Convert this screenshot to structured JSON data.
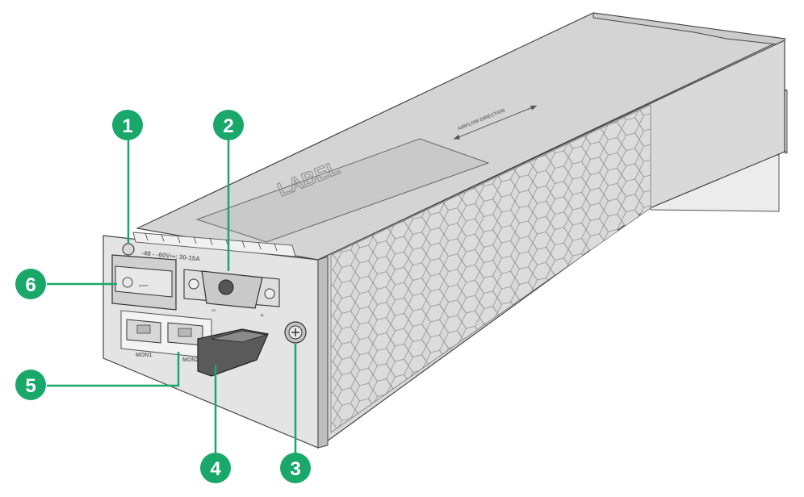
{
  "product_label": "LABEL",
  "airflow_text": "AIRFLOW DIRECTION",
  "voltage_text": "-48 - -60V⎓; 30-15A",
  "port_labels": [
    "MON1",
    "MON2"
  ],
  "connector_label": "DC",
  "switch_label": "power",
  "callouts": [
    "1",
    "2",
    "3",
    "4",
    "5",
    "6"
  ],
  "colors": {
    "callout": "#1aa86a",
    "leader": "#1aa86a",
    "body": "#d7d7d7",
    "panel": "#e6e6e6",
    "outline": "#4a4a4a"
  }
}
